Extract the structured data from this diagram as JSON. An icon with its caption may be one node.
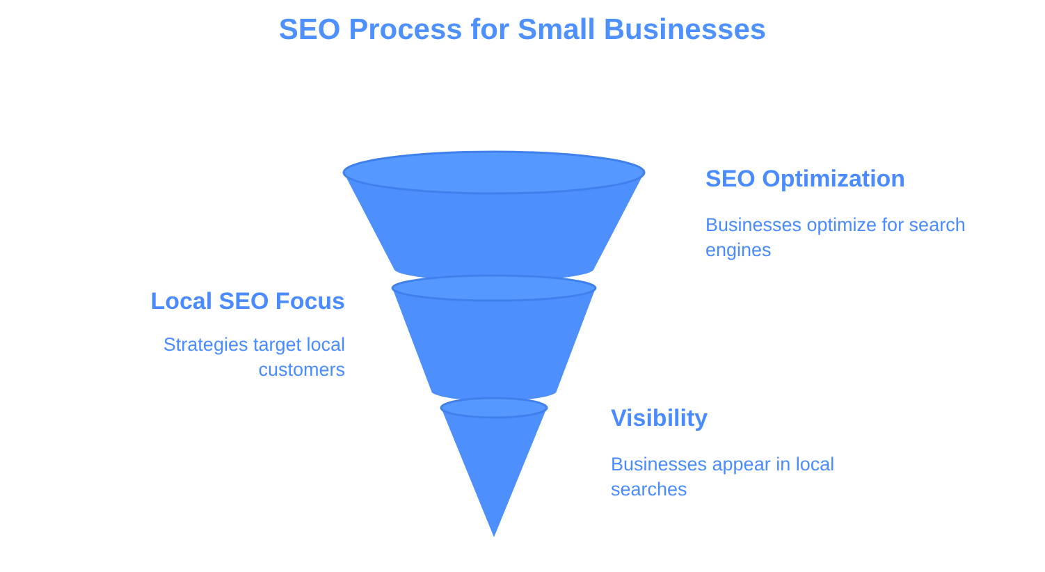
{
  "diagram": {
    "title": "SEO Process for Small Businesses",
    "nodes": [
      {
        "text": [],
        "shape": "funnel",
        "beside": [
          "SEO Optimization",
          "Businesses optimize for search engines"
        ]
      },
      {
        "text": [],
        "shape": "funnel",
        "beside": [
          "Strategies target local customers"
        ]
      },
      {
        "text": [],
        "shape": "funnel",
        "beside": [
          "Visibility",
          "Businesses appear in local searches"
        ]
      }
    ],
    "labels": [
      "Local SEO Focus"
    ]
  }
}
